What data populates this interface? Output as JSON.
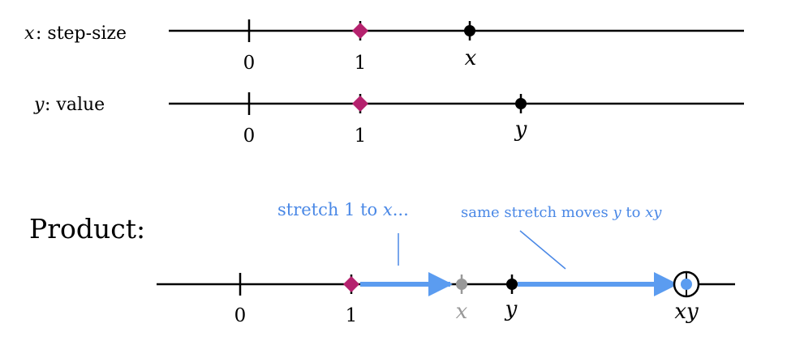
{
  "colors": {
    "line": "#000000",
    "marker_one": "#b5226e",
    "arrow": "#5b9cf0",
    "annotation_text": "#4a88e6",
    "ghost": "#999999",
    "xy_dot": "#5b9cf0"
  },
  "row_x": {
    "var": "x",
    "label": ": step-size",
    "ticks": [
      "0",
      "1"
    ],
    "point_label": "x"
  },
  "row_y": {
    "var": "y",
    "label": ":  value",
    "ticks": [
      "0",
      "1"
    ],
    "point_label": "y"
  },
  "product": {
    "title": "Product:",
    "ticks": [
      "0",
      "1"
    ],
    "ghost_label": "x",
    "y_label": "y",
    "xy_label": "xy",
    "note_left": {
      "prefix": "stretch 1 to ",
      "var": "x",
      "suffix": "..."
    },
    "note_right": {
      "prefix": "same stretch moves ",
      "var1": "y",
      "middle": " to ",
      "var2": "xy"
    }
  }
}
